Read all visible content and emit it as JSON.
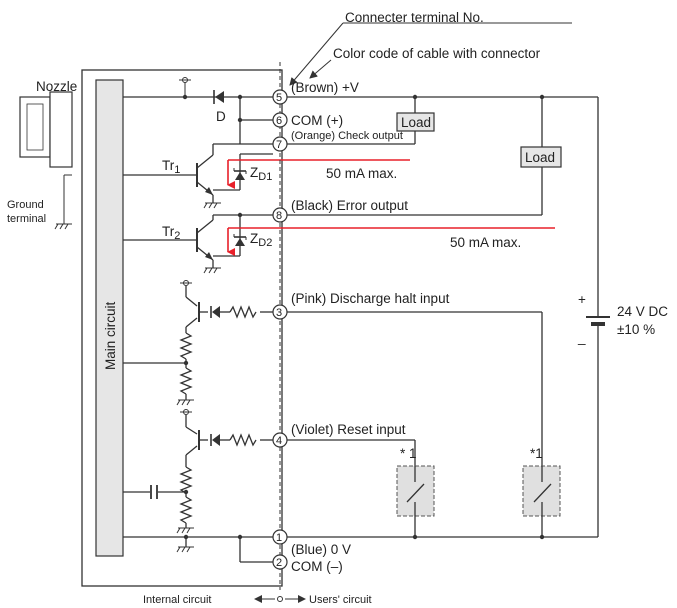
{
  "labels": {
    "connector_terminal": "Connecter terminal No.",
    "color_code": "Color code of cable with connector",
    "nozzle": "Nozzle",
    "ground_terminal_1": "Ground",
    "ground_terminal_2": "terminal",
    "diode": "D",
    "main_circuit": "Main circuit",
    "tr1_main": "Tr",
    "tr1_sub": "1",
    "tr2_main": "Tr",
    "tr2_sub": "2",
    "zd1_main": "Z",
    "zd1_sub": "D1",
    "zd2_main": "Z",
    "zd2_sub": "D2",
    "brown_v": "(Brown) +V",
    "com_plus": "COM (+)",
    "orange_check": "(Orange) Check output",
    "black_error": "(Black) Error output",
    "pink_halt": "(Pink) Discharge halt input",
    "violet_reset": "(Violet) Reset input",
    "blue_0v": "(Blue) 0 V",
    "com_minus": "COM (–)",
    "load_1": "Load",
    "load_2": "Load",
    "current_1": "50 mA  max.",
    "current_2": "50 mA max.",
    "supply_voltage": "24 V DC",
    "supply_tolerance": "±10 %",
    "plus_sign": "+",
    "minus_sign": "_",
    "note_1": "* 1",
    "note_2": "*1",
    "internal_circuit": "Internal circuit",
    "users_circuit": "Users' circuit"
  },
  "terminals": [
    "5",
    "6",
    "7",
    "8",
    "3",
    "4",
    "1",
    "2"
  ],
  "colors": {
    "wire": "#333333",
    "current_arrow": "#e8202a",
    "box_fill": "#e6e6e6",
    "switch_fill": "#e0e0e0"
  }
}
